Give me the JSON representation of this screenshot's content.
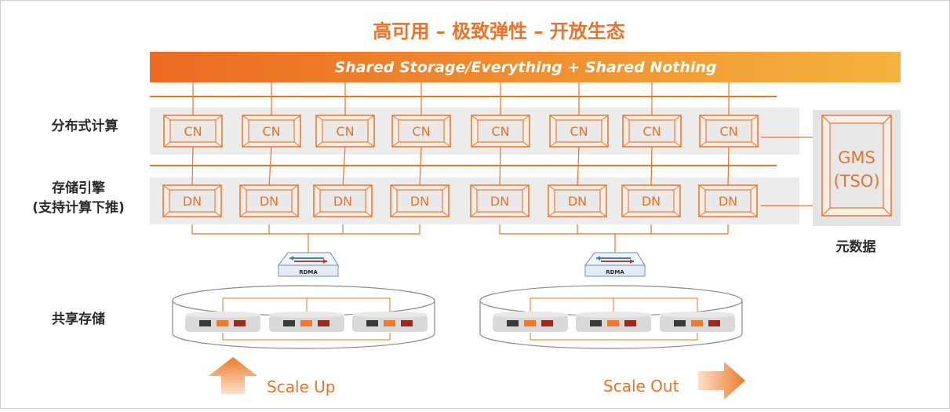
{
  "title": "高可用 – 极致弹性 – 开放生态",
  "banner": "Shared Storage/Everything + Shared Nothing",
  "labels": {
    "compute": "分布式计算",
    "storage_engine": "存储引擎",
    "storage_engine_sub": "(支持计算下推)",
    "shared_storage": "共享存储",
    "metadata": "元数据"
  },
  "cn_nodes": [
    "CN",
    "CN",
    "CN",
    "CN",
    "CN",
    "CN",
    "CN",
    "CN"
  ],
  "dn_nodes": [
    "DN",
    "DN",
    "DN",
    "DN",
    "DN",
    "DN",
    "DN",
    "DN"
  ],
  "gms": {
    "line1": "GMS",
    "line2": "(TSO)"
  },
  "rdma_label": "RDMA",
  "scale_up": "Scale Up",
  "scale_out": "Scale Out",
  "colors": {
    "accent": "#e8742a",
    "banner_start": "#ec6a22",
    "banner_end": "#f4b33e",
    "band": "#ececec"
  }
}
